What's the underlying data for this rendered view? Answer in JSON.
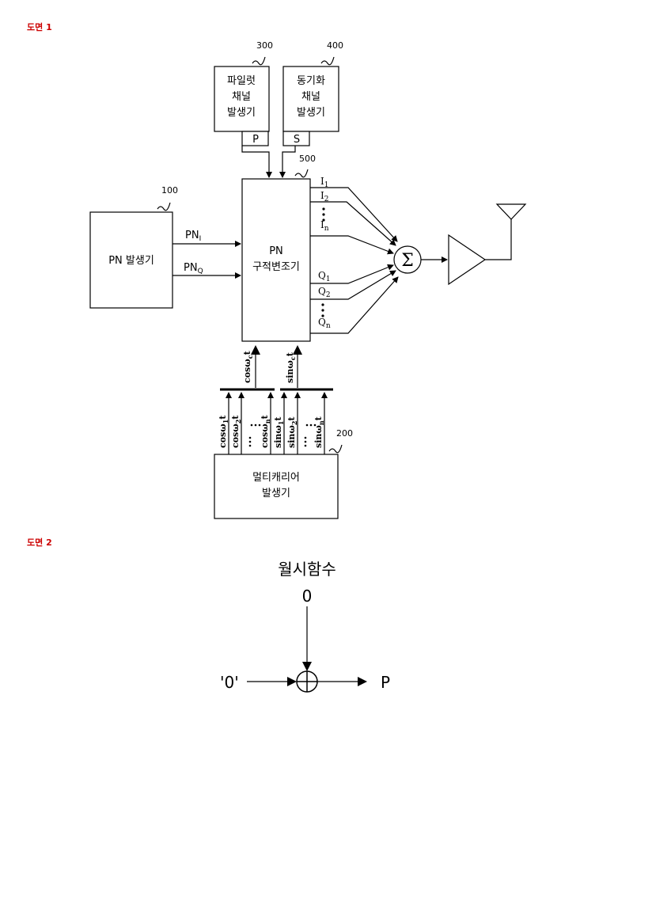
{
  "figure1": {
    "title": "도면 1",
    "pilot_gen": {
      "lines": [
        "파일럿",
        "채널",
        "발생기"
      ],
      "ref": "300",
      "out": "P"
    },
    "sync_gen": {
      "lines": [
        "동기화",
        "채널",
        "발생기"
      ],
      "ref": "400",
      "out": "S"
    },
    "pn_gen": {
      "label": "PN 발생기",
      "ref": "100",
      "out_i": "PN",
      "out_i_sub": "I",
      "out_q": "PN",
      "out_q_sub": "Q"
    },
    "modulator": {
      "lines": [
        "PN",
        "구적변조기"
      ],
      "ref": "500"
    },
    "outputs_i": [
      {
        "base": "I",
        "sub": "1"
      },
      {
        "base": "I",
        "sub": "2"
      },
      {
        "base": "I",
        "sub": "n"
      }
    ],
    "outputs_q": [
      {
        "base": "Q",
        "sub": "1"
      },
      {
        "base": "Q",
        "sub": "2"
      },
      {
        "base": "Q",
        "sub": "n"
      }
    ],
    "summer": "Σ",
    "mod_in_cos": {
      "text": "cosω",
      "sub": "c",
      "tail": "t"
    },
    "mod_in_sin": {
      "text": "sinω",
      "sub": "c",
      "tail": "t"
    },
    "carriers_cos": [
      {
        "text": "cosω",
        "sub": "1",
        "tail": "t"
      },
      {
        "text": "cosω",
        "sub": "2",
        "tail": "t"
      },
      {
        "text": "cosω",
        "sub": "n",
        "tail": "t"
      }
    ],
    "carriers_sin": [
      {
        "text": "sinω",
        "sub": "1",
        "tail": "t"
      },
      {
        "text": "sinω",
        "sub": "2",
        "tail": "t"
      },
      {
        "text": "sinω",
        "sub": "n",
        "tail": "t"
      }
    ],
    "multicarrier_gen": {
      "lines": [
        "멀티캐리어",
        "발생기"
      ],
      "ref": "200"
    }
  },
  "figure2": {
    "title": "도면 2",
    "walsh_label": "월시함수",
    "walsh_in": "0",
    "data_in": "'0'",
    "output": "P"
  }
}
